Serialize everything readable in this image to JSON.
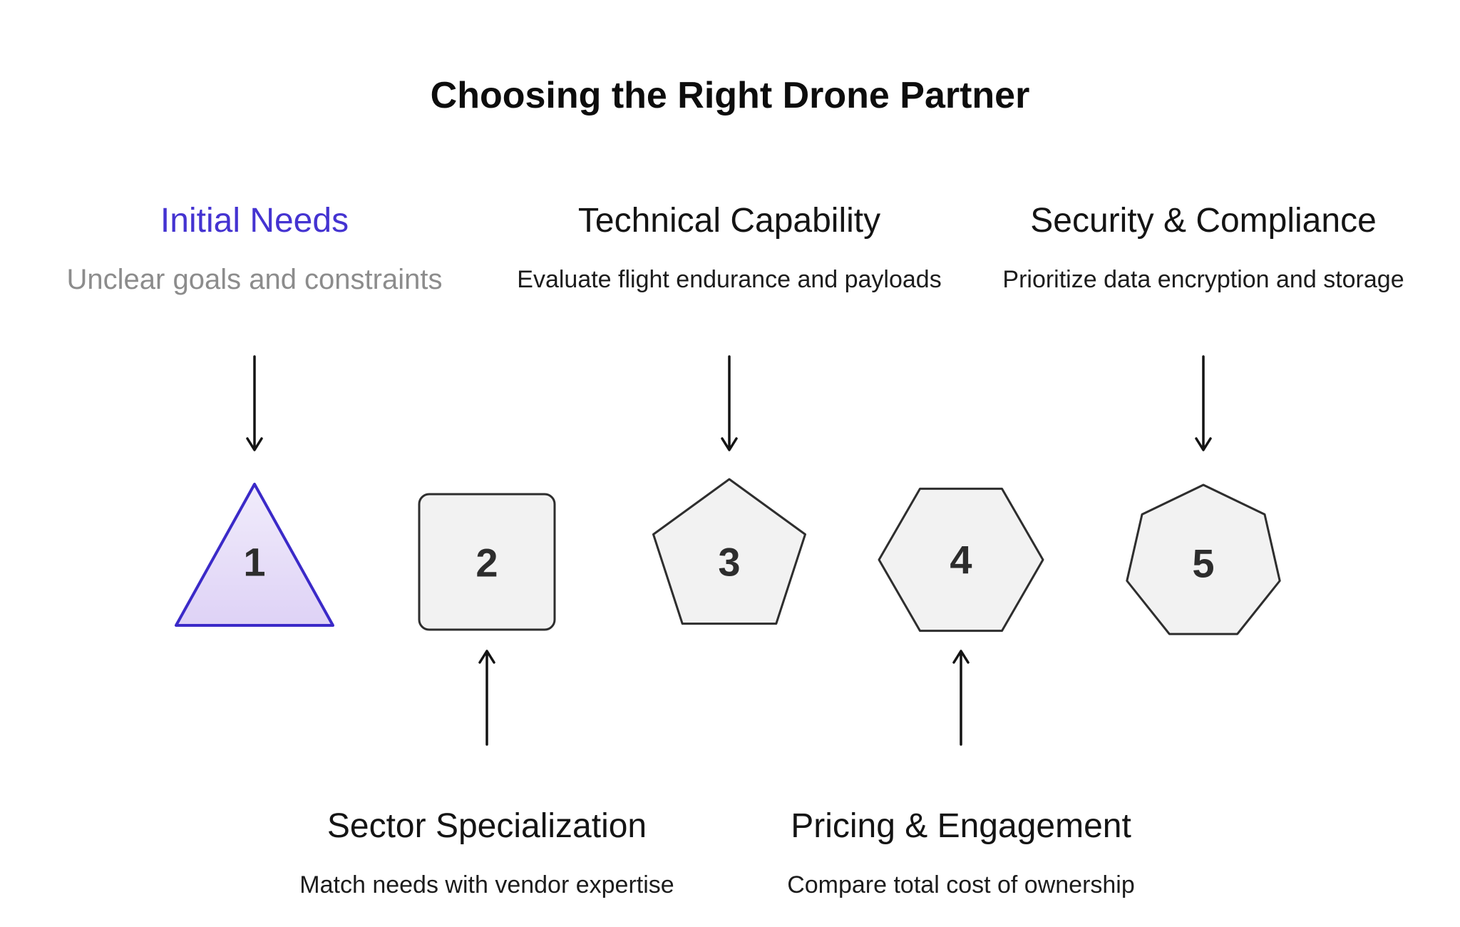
{
  "title": "Choosing the Right Drone Partner",
  "accent_color": "#4433d1",
  "shape_fill_default": "#f2f2f2",
  "shape_stroke_default": "#2e2e2e",
  "highlight_fill": "#e6ddf8",
  "highlight_stroke": "#3b2ac8",
  "steps": [
    {
      "number": "1",
      "title": "Initial Needs",
      "description": "Unclear goals and constraints",
      "shape": "triangle-icon",
      "label_position": "top",
      "highlighted": true
    },
    {
      "number": "2",
      "title": "Sector Specialization",
      "description": "Match needs with vendor expertise",
      "shape": "square-icon",
      "label_position": "bottom",
      "highlighted": false
    },
    {
      "number": "3",
      "title": "Technical Capability",
      "description": "Evaluate flight endurance and payloads",
      "shape": "pentagon-icon",
      "label_position": "top",
      "highlighted": false
    },
    {
      "number": "4",
      "title": "Pricing & Engagement",
      "description": "Compare total cost of ownership",
      "shape": "hexagon-icon",
      "label_position": "bottom",
      "highlighted": false
    },
    {
      "number": "5",
      "title": "Security & Compliance",
      "description": "Prioritize data encryption and storage",
      "shape": "heptagon-icon",
      "label_position": "top",
      "highlighted": false
    }
  ]
}
